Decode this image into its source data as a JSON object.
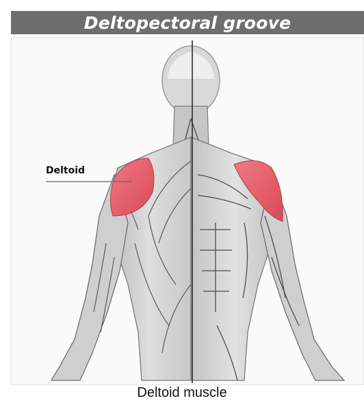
{
  "header": {
    "title": "Deltopectoral groove"
  },
  "figure": {
    "callout_label": "Deltoid",
    "highlight_color": "#e9636e",
    "caption": "Deltoid muscle"
  },
  "colors": {
    "title_bar": "#6e6e6e",
    "title_text": "#ffffff"
  }
}
